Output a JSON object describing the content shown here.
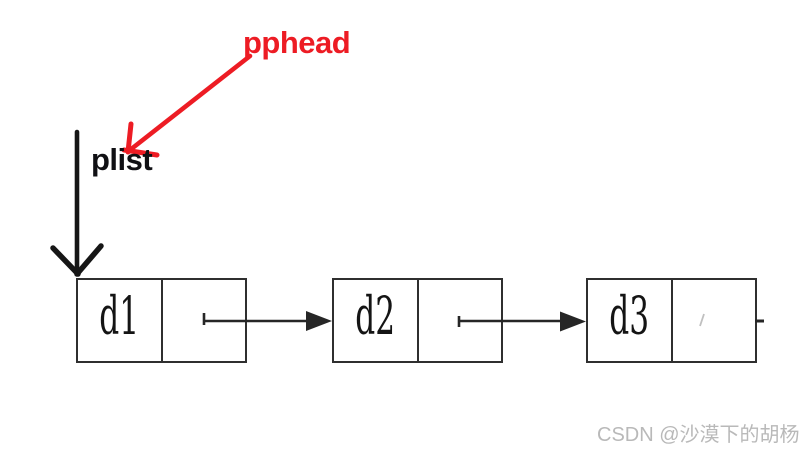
{
  "diagram": {
    "pointer_labels": {
      "pphead": "pphead",
      "plist": "plist"
    },
    "nodes": [
      {
        "data": "d1"
      },
      {
        "data": "d2"
      },
      {
        "data": "d3"
      }
    ],
    "watermark": {
      "text": "CSDN @沙漠下的胡杨"
    },
    "colors": {
      "pphead_red": "#ed1c24",
      "plist_black": "#101014",
      "link_line_dark": "#262626",
      "plist_arrow_black": "#161616",
      "node_border": "#2f2f2f",
      "watermark_gray": "#b9b9b9",
      "faint_mark_gray": "#c0c0c0"
    }
  }
}
